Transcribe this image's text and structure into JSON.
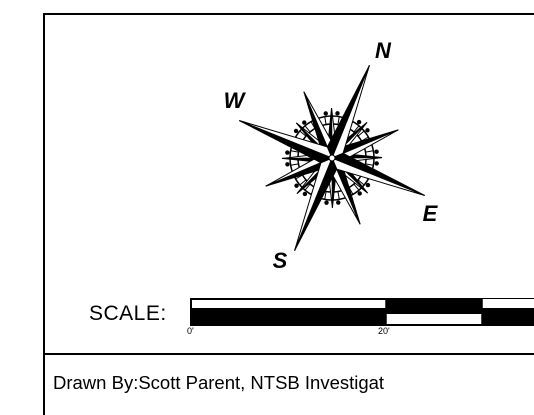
{
  "compass": {
    "north": "N",
    "east": "E",
    "south": "S",
    "west": "W"
  },
  "scale": {
    "label": "SCALE:",
    "tick_start": "0'",
    "tick_mid": "20'"
  },
  "footer": {
    "credit": "Drawn By:Scott Parent, NTSB Investigat"
  },
  "colors": {
    "ink": "#000000",
    "paper": "#ffffff"
  }
}
